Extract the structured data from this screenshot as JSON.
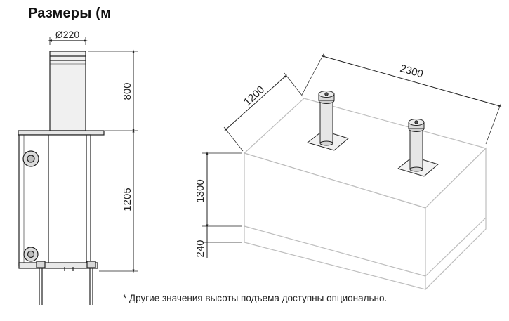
{
  "header": {
    "title": "Размеры (м"
  },
  "dimensions": {
    "diameter": "Ø220",
    "bollard_height": "800",
    "body_height": "1205",
    "block_width": "2300",
    "block_depth": "1200",
    "block_height": "1300",
    "base_layer": "240"
  },
  "footnote": "* Другие значения высоты подъема доступны опционально."
}
